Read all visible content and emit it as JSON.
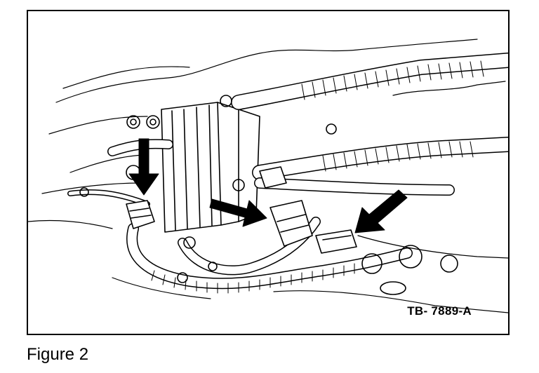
{
  "figure": {
    "caption": "Figure 2",
    "reference_code": "TB- 7889-A"
  },
  "callouts": [
    {
      "name": "arrow-left-connector",
      "direction": "down"
    },
    {
      "name": "arrow-center-connector",
      "direction": "right"
    },
    {
      "name": "arrow-right-connector",
      "direction": "down-left"
    }
  ]
}
